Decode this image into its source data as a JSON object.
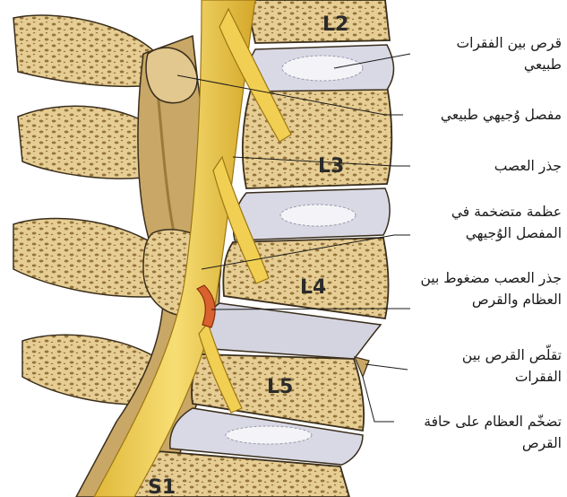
{
  "vertebrae": {
    "l2": "L2",
    "l3": "L3",
    "l4": "L4",
    "l5": "L5",
    "s1": "S1"
  },
  "labels": [
    {
      "line1": "قرص بين الفقرات",
      "line2": "طبيعي"
    },
    {
      "line1": "مفصل وُجيهي طبيعي"
    },
    {
      "line1": "جذر العصب"
    },
    {
      "line1": "عظمة متضخمة في",
      "line2": "المفصل الوُجيهي"
    },
    {
      "line1": "جذر العصب مضغوط بين",
      "line2": "العظام والقرص"
    },
    {
      "line1": "تقلّص القرص بين",
      "line2": "الفقرات"
    },
    {
      "line1": "تضخّم العظام على حافة",
      "line2": "القرص"
    }
  ],
  "colors": {
    "bone": "#e2c88e",
    "bone_dark": "#9c7a3c",
    "cortex": "#c9a766",
    "disc": "#d9d9e6",
    "disc_core": "#f4f4f8",
    "nerve": "#f1cf53",
    "nerve_dark": "#c49a1f",
    "inflamed": "#d8612e",
    "outline": "#3a2e1c"
  }
}
